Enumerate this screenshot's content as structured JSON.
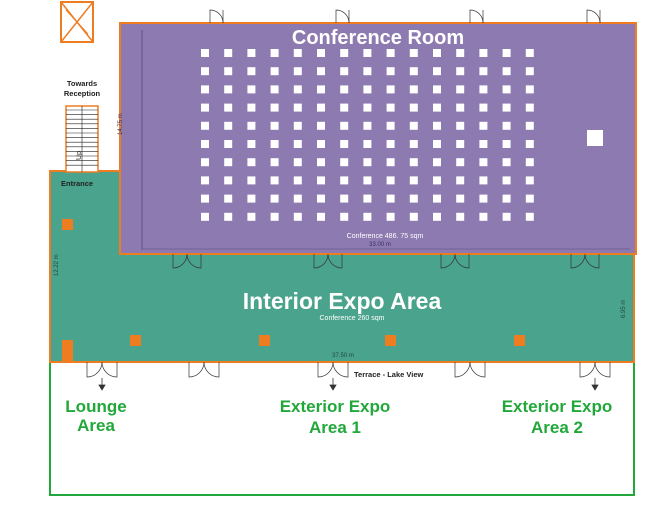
{
  "labels": {
    "conference_room": "Conference Room",
    "conference_area": "Conference 486. 75 sqm",
    "conference_width": "33.00 m",
    "conference_depth": "14.75 m",
    "interior_expo": "Interior Expo Area",
    "interior_area": "Conference 260 sqm",
    "expo_depth_left": "12.22 m",
    "expo_depth_right": "6.95 m",
    "expo_width": "37.50 m",
    "entrance": "Entrance",
    "towards_reception_1": "Towards",
    "towards_reception_2": "Reception",
    "stair_up": "Up",
    "terrace": "Terrace - Lake View",
    "lounge_1": "Lounge",
    "lounge_2": "Area",
    "ext1_1": "Exterior Expo",
    "ext1_2": "Area 1",
    "ext2_1": "Exterior Expo",
    "ext2_2": "Area 2"
  },
  "colors": {
    "conference_fill": "#8d7ab0",
    "expo_fill": "#4aa38c",
    "wall_orange": "#ee7d22",
    "exterior_green": "#22a83a"
  },
  "seating": {
    "rows": 10,
    "cols": 15
  }
}
